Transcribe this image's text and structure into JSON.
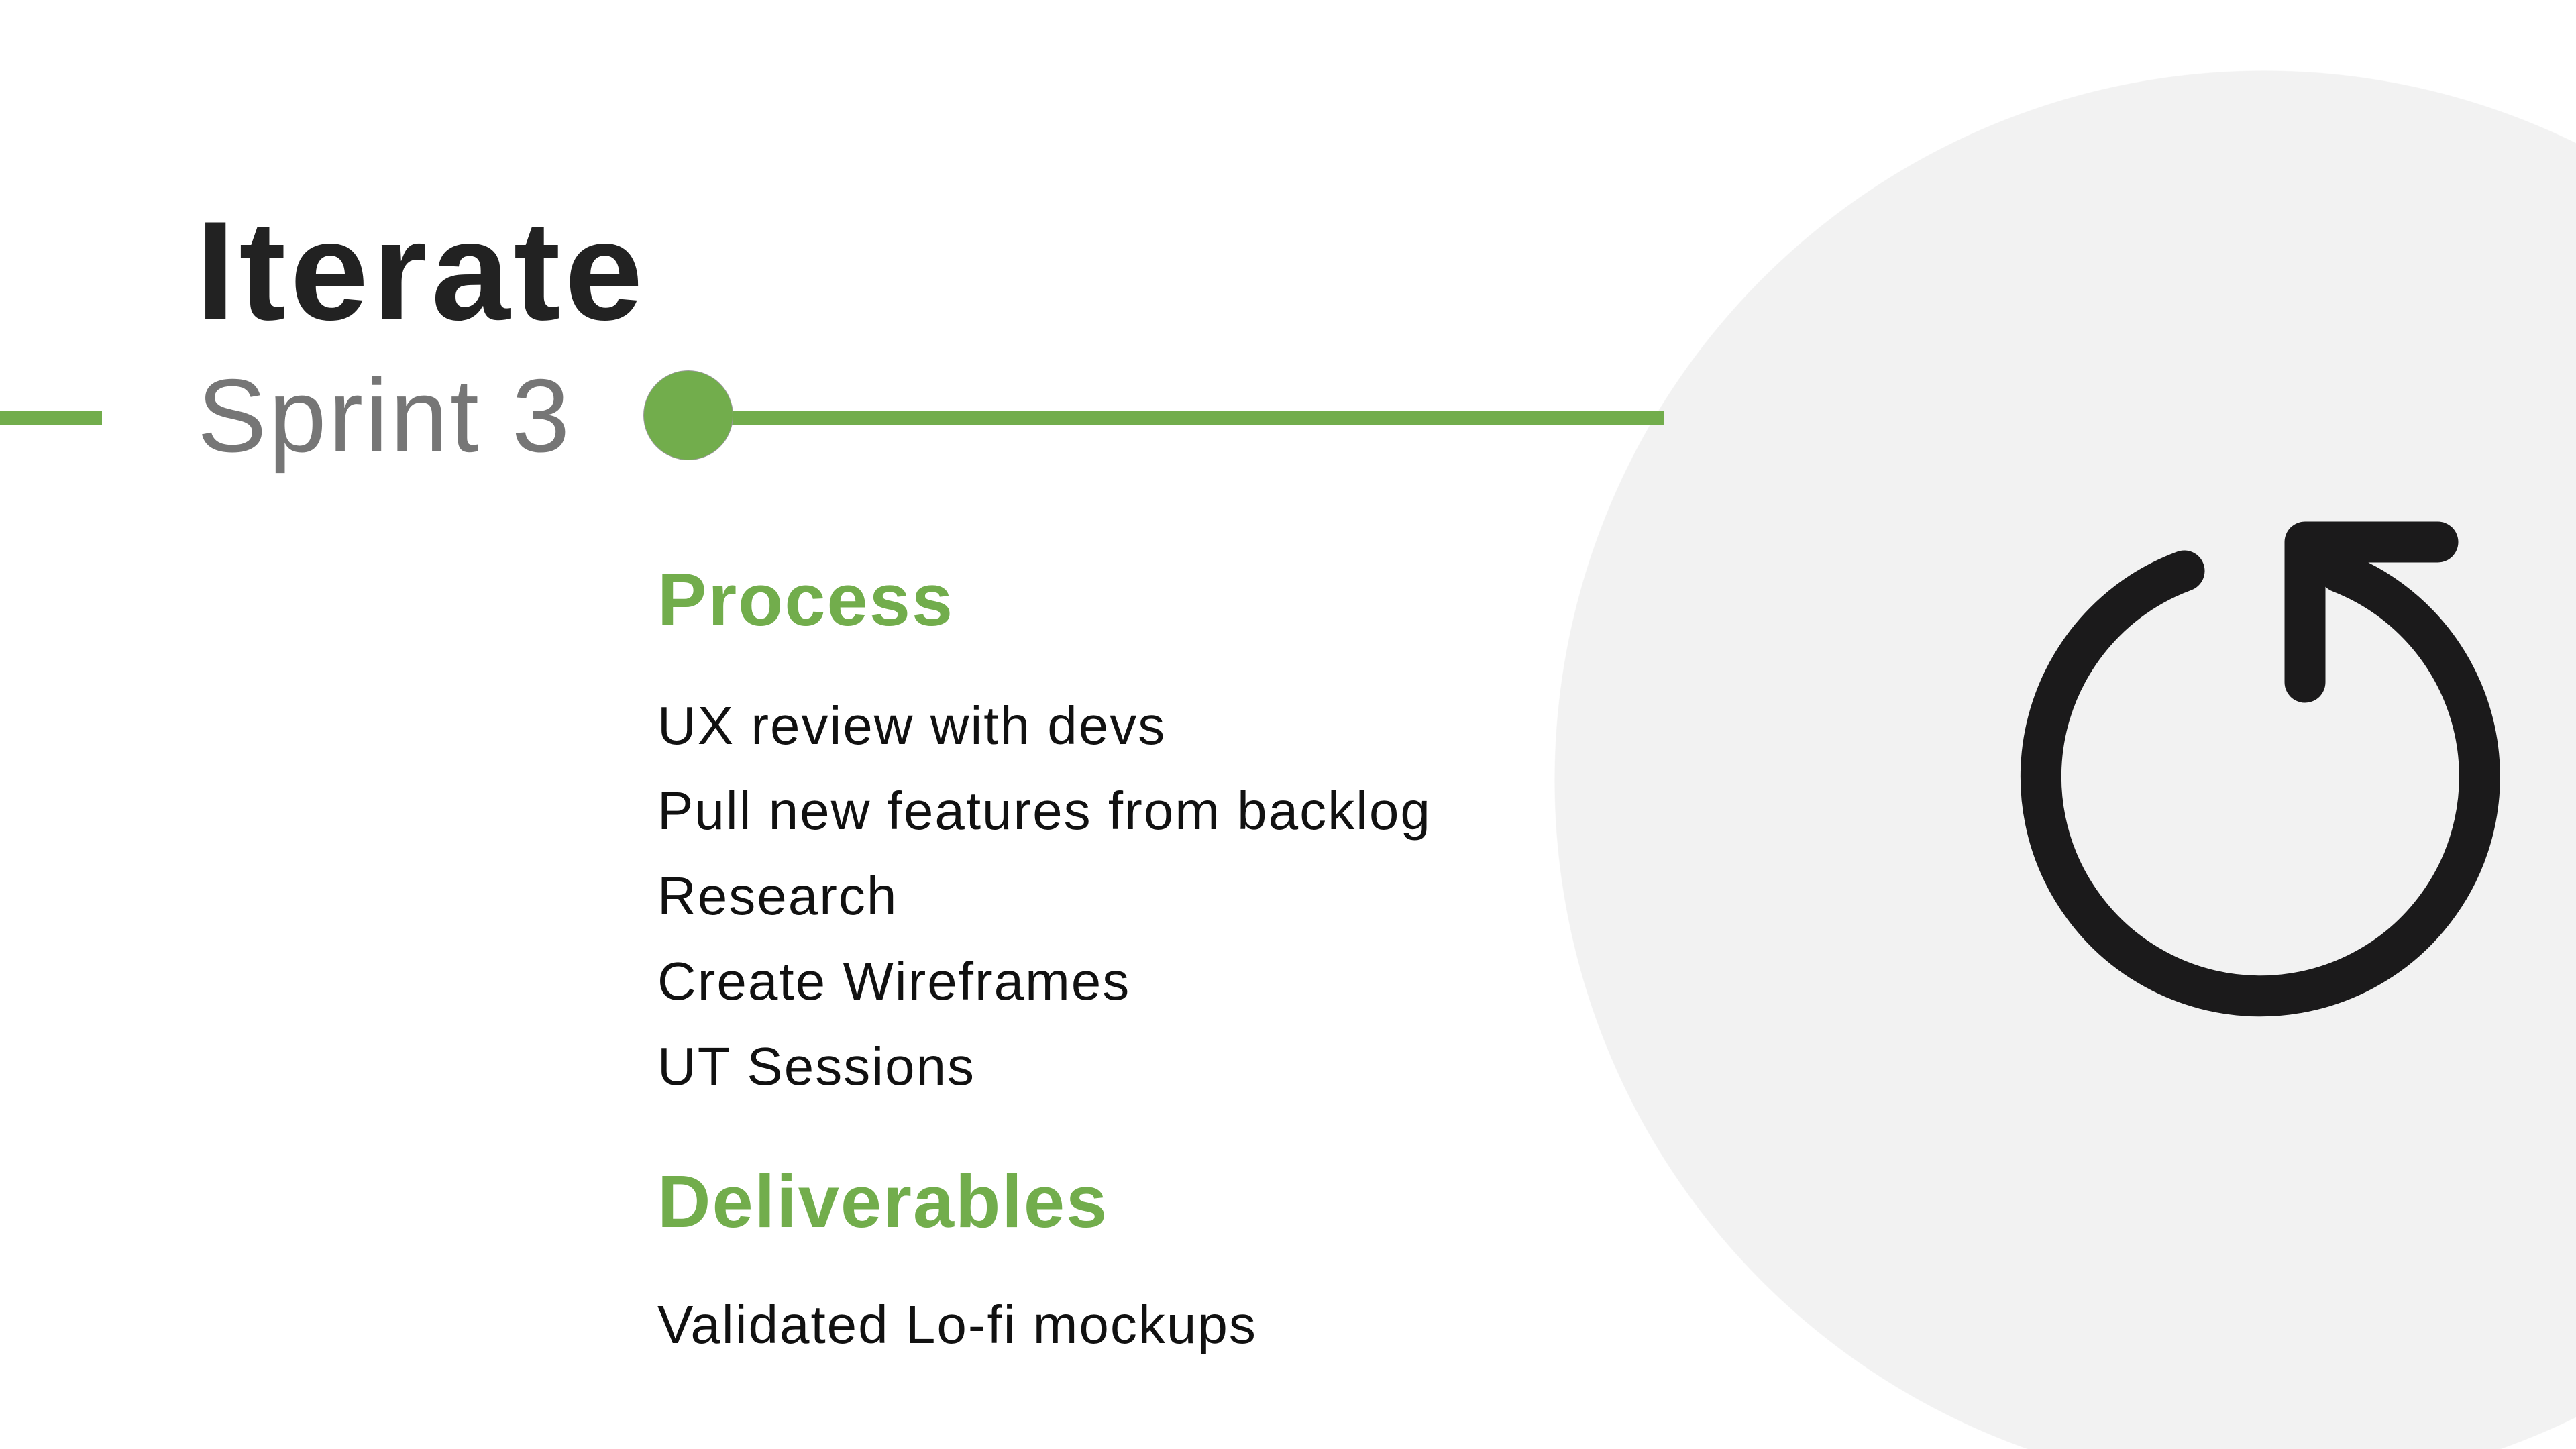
{
  "slide": {
    "title": "Iterate",
    "subtitle": "Sprint 3",
    "accent_color": "#72ad4c",
    "icon": "rotate-ccw-icon"
  },
  "process": {
    "heading": "Process",
    "items": [
      "UX review with devs",
      "Pull new features from backlog",
      "Research",
      "Create Wireframes",
      "UT Sessions"
    ]
  },
  "deliverables": {
    "heading": "Deliverables",
    "items": [
      "Validated Lo-fi mockups"
    ]
  }
}
